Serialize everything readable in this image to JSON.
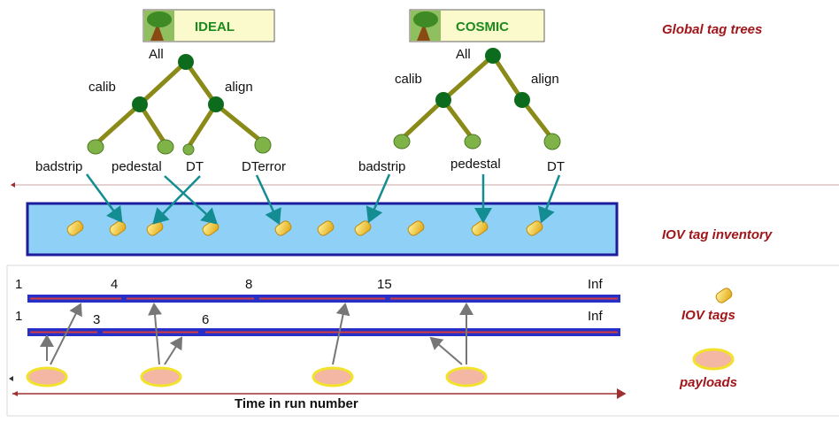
{
  "trees": [
    {
      "header": "IDEAL",
      "root": "All",
      "branches": [
        "calib",
        "align"
      ],
      "leaves": [
        "badstrip",
        "pedestal",
        "DT",
        "DTerror"
      ]
    },
    {
      "header": "COSMIC",
      "root": "All",
      "branches": [
        "calib",
        "align"
      ],
      "leaves": [
        "badstrip",
        "pedestal",
        "DT"
      ]
    }
  ],
  "section_labels": {
    "global": "Global tag trees",
    "inventory": "IOV tag inventory",
    "iov_tags": "IOV tags",
    "payloads": "payloads"
  },
  "timeline1": [
    "1",
    "4",
    "8",
    "15",
    "Inf"
  ],
  "timeline2": [
    "1",
    "3",
    "6",
    "Inf"
  ],
  "axis_label": "Time in run number",
  "colors": {
    "red_label": "#a0161a",
    "green_header": "#1d8a1d",
    "inventory_fill": "#8fd0f7",
    "inventory_border": "#1c1c9c",
    "timeline": "#2630c8",
    "timeline_stripe": "#d83b3b",
    "arrow": "#138c92",
    "payload_fill": "#f4b7a4",
    "payload_border": "#f2e22a",
    "tree_branch": "#8a8a18",
    "tree_node": "#0d6b1d",
    "leaf": "#7fb347"
  }
}
